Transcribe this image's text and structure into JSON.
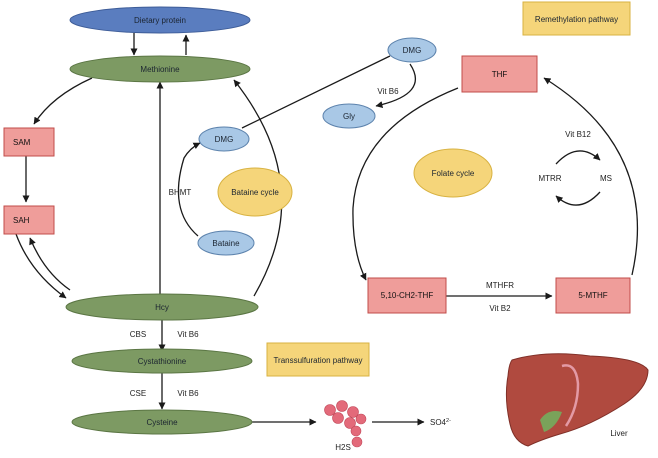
{
  "colors": {
    "protein_fill": "#5a7dbf",
    "metabolite_fill": "#7d9a63",
    "pink_box_fill": "#ef9d9a",
    "pink_box_stroke": "#c24c49",
    "light_blue_fill": "#a9c8e6",
    "light_blue_stroke": "#5d83ad",
    "yellow_fill": "#f5d57a",
    "yellow_stroke": "#d8b241",
    "h2s_dots": "#e36a7a",
    "liver": "#b04a3f",
    "arrow": "#1a1a1a"
  },
  "nodes": {
    "dietary_protein": "Dietary protein",
    "methionine": "Methionine",
    "hcy": "Hcy",
    "cystathionine": "Cystathionine",
    "cysteine": "Cysteine",
    "sam": "SAM",
    "sah": "SAH",
    "dmg_left": "DMG",
    "bataine": "Bataine",
    "bataine_cycle": "Bataine cycle",
    "dmg_right": "DMG",
    "gly": "Gly",
    "thf": "THF",
    "folate_cycle": "Folate cycle",
    "ch2_thf": "5,10-CH2-THF",
    "mthf": "5-MTHF",
    "mtrr": "MTRR",
    "ms": "MS"
  },
  "labels": {
    "remethylation_pathway": "Remethylation pathway",
    "transsulfuration_pathway": "Transsulfuration pathway",
    "bhmt": "BHMT",
    "vit_b6_gly": "Vit B6",
    "vit_b12": "Vit B12",
    "mthfr": "MTHFR",
    "vit_b2": "Vit B2",
    "cbs": "CBS",
    "vit_b6_cbs": "Vit B6",
    "cse": "CSE",
    "vit_b6_cse": "Vit B6",
    "h2s": "H2S",
    "so4": "SO4",
    "so4_charge": "2-",
    "liver": "Liver"
  }
}
